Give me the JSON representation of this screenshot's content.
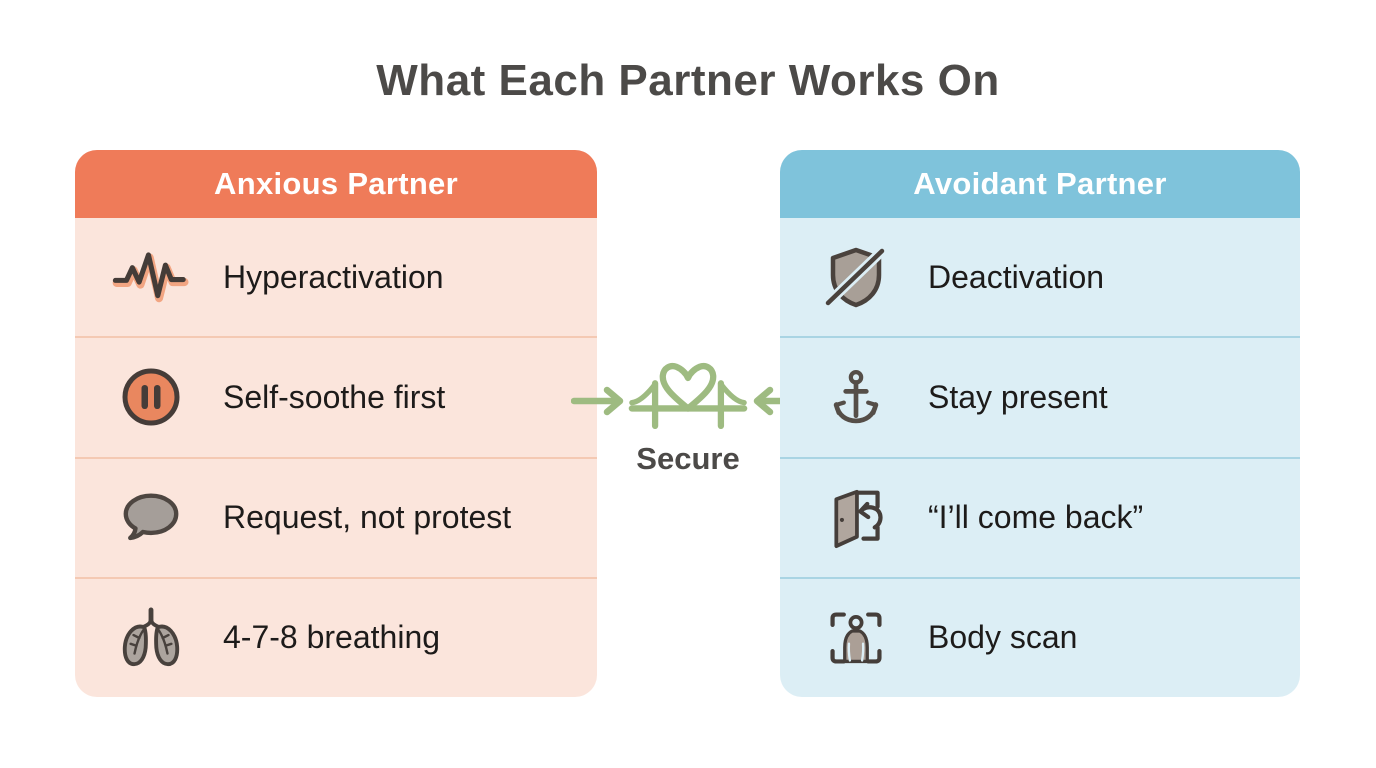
{
  "title": "What Each Partner Works On",
  "colors": {
    "title_text": "#4c4a48",
    "anxious_header_bg": "#ef7b59",
    "anxious_row_bg": "#fbe5dc",
    "anxious_divider": "#f4c9b3",
    "avoidant_header_bg": "#7fc3db",
    "avoidant_row_bg": "#dceef5",
    "avoidant_divider": "#a9d4e3",
    "row_text": "#1d1b1a",
    "green_accent": "#9ebb81",
    "icon_outline": "#453e3a",
    "icon_fill": "#a9a09a",
    "pause_fill": "#e9875f"
  },
  "anxious_column": {
    "header": "Anxious Partner",
    "items": [
      {
        "icon": "heartbeat-icon",
        "label": "Hyperactivation"
      },
      {
        "icon": "pause-icon",
        "label": "Self-soothe first"
      },
      {
        "icon": "speech-bubble-icon",
        "label": "Request, not protest"
      },
      {
        "icon": "lungs-icon",
        "label": "4-7-8 breathing"
      }
    ]
  },
  "avoidant_column": {
    "header": "Avoidant Partner",
    "items": [
      {
        "icon": "shield-off-icon",
        "label": "Deactivation"
      },
      {
        "icon": "anchor-icon",
        "label": "Stay present"
      },
      {
        "icon": "door-return-icon",
        "label": "“I’ll come back”"
      },
      {
        "icon": "body-scan-icon",
        "label": "Body scan"
      }
    ]
  },
  "center": {
    "label": "Secure",
    "icon": "bridge-heart-icon",
    "arrows": [
      "arrow-right-icon",
      "arrow-left-icon"
    ]
  }
}
